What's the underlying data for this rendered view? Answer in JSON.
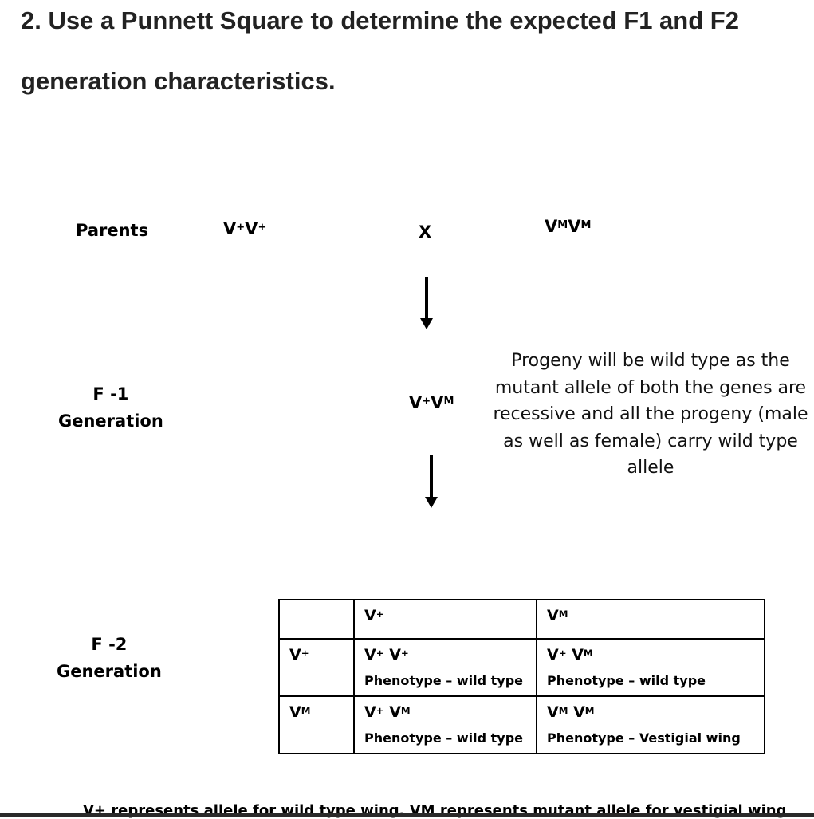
{
  "question": {
    "line1": "2. Use a Punnett Square to determine the expected F1 and F2",
    "line2": "generation characteristics."
  },
  "parents": {
    "label": "Parents",
    "cross_symbol": "X",
    "parent1": {
      "base1": "V",
      "sup1": "+",
      "base2": "V",
      "sup2": "+"
    },
    "parent2": {
      "base1": "V",
      "sup1": "M",
      "base2": "V",
      "sup2": "M"
    }
  },
  "f1": {
    "label_line1": "F -1",
    "label_line2": "Generation",
    "genotype": {
      "base1": "V",
      "sup1": "+",
      "base2": "V",
      "sup2": "M"
    },
    "note": "Progeny will be wild type as the mutant allele of both the genes are recessive and all the progeny (male as well as female) carry wild type allele"
  },
  "f2": {
    "label_line1": "F -2",
    "label_line2": "Generation",
    "table": {
      "col_headers": [
        {
          "base": "V",
          "sup": "+"
        },
        {
          "base": "V",
          "sup": "M"
        }
      ],
      "rows": [
        {
          "header": {
            "base": "V",
            "sup": "+"
          },
          "cells": [
            {
              "a": "V",
              "a_sup": "+",
              "b": "V",
              "b_sup": "+",
              "phenotype": "Phenotype – wild type"
            },
            {
              "a": "V",
              "a_sup": "+",
              "b": "V",
              "b_sup": "M",
              "phenotype": "Phenotype – wild type"
            }
          ]
        },
        {
          "header": {
            "base": "V",
            "sup": "M"
          },
          "cells": [
            {
              "a": "V",
              "a_sup": "+",
              "b": "V",
              "b_sup": "M",
              "phenotype": "Phenotype – wild type"
            },
            {
              "a": "V",
              "a_sup": "M",
              "b": "V",
              "b_sup": "M",
              "phenotype": "Phenotype – Vestigial wing"
            }
          ]
        }
      ]
    }
  },
  "footer": {
    "text": "V+ represents allele for wild type wing, VM represents mutant allele for vestigial wing"
  }
}
